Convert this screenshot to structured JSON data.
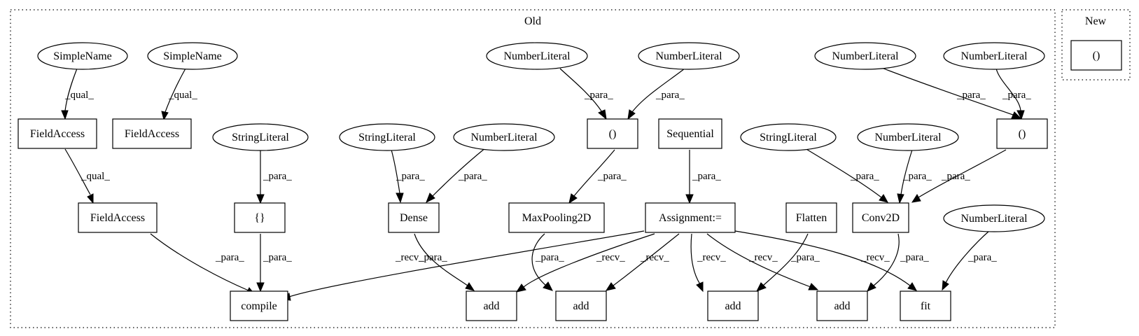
{
  "clusters": {
    "old": {
      "label": "Old"
    },
    "new": {
      "label": "New"
    }
  },
  "nodes": {
    "simplename_1": "SimpleName",
    "simplename_2": "SimpleName",
    "fieldaccess_1": "FieldAccess",
    "fieldaccess_2": "FieldAccess",
    "fieldaccess_3": "FieldAccess",
    "stringliteral_1": "StringLiteral",
    "braces": "{}",
    "compile": "compile",
    "stringliteral_2": "StringLiteral",
    "numberliteral_dense": "NumberLiteral",
    "dense": "Dense",
    "numberliteral_pool_a": "NumberLiteral",
    "numberliteral_pool_b": "NumberLiteral",
    "paren_pool": "()",
    "maxpooling2d": "MaxPooling2D",
    "sequential": "Sequential",
    "assignment": "Assignment:=",
    "flatten": "Flatten",
    "numberliteral_conv_a": "NumberLiteral",
    "numberliteral_conv_b": "NumberLiteral",
    "paren_conv": "()",
    "stringliteral_3": "StringLiteral",
    "numberliteral_conv_c": "NumberLiteral",
    "conv2d": "Conv2D",
    "numberliteral_fit": "NumberLiteral",
    "add_1": "add",
    "add_2": "add",
    "add_3": "add",
    "add_4": "add",
    "fit": "fit",
    "paren_new": "()"
  },
  "edge_labels": {
    "qual": "_qual_",
    "para": "_para_",
    "recv": "_recv_"
  }
}
